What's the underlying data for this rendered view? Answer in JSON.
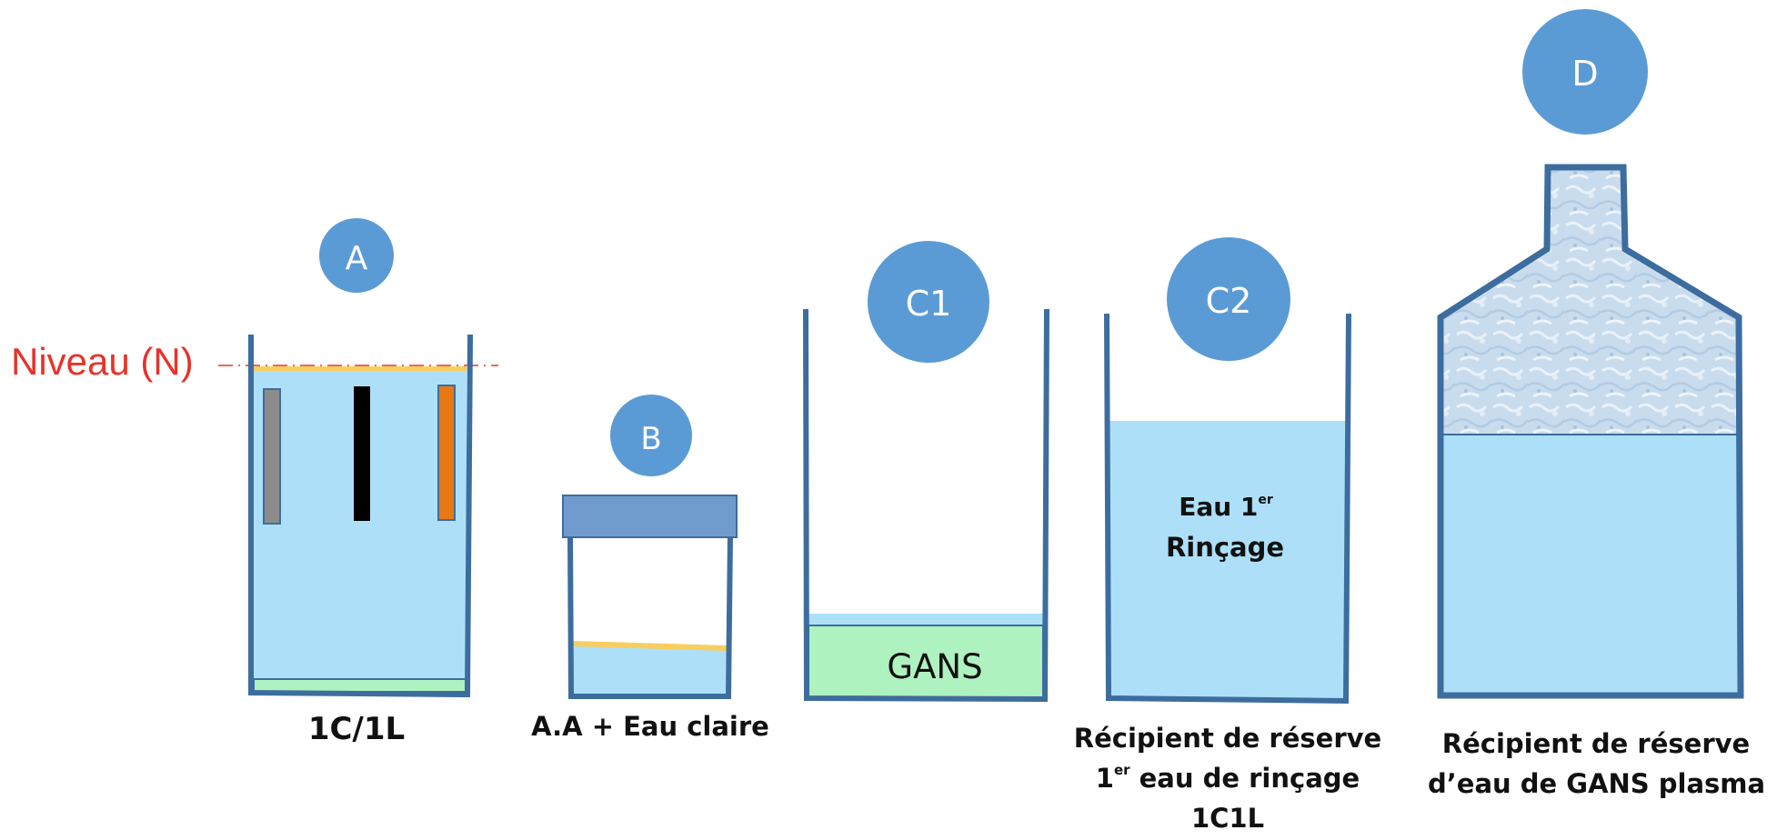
{
  "level_label": "Niveau (N)",
  "colors": {
    "water": "#ade0f8",
    "outline": "#3d6d9e",
    "circle": "#5b9bd5",
    "circle_text": "#ffffff",
    "level_line": "#e8332b",
    "sediment": "#aef2c0",
    "film": "#f7ce5f",
    "lid": "#6f9ccd",
    "electrode_grey": "#8c8c8c",
    "electrode_black": "#000000",
    "electrode_orange": "#e87812"
  },
  "containers": [
    {
      "id": "A",
      "caption": "1C/1L"
    },
    {
      "id": "B",
      "caption": "A.A +  Eau claire"
    },
    {
      "id": "C1",
      "layer_label": "GANS"
    },
    {
      "id": "C2",
      "inner": {
        "line1": "Eau 1",
        "sup": "er",
        "line2": "Rinçage"
      },
      "caption": {
        "line1": "Récipient de réserve",
        "line2_sup": "er",
        "line2": " eau de rinçage",
        "line2_prefix": "1",
        "line3": "1C1L"
      }
    },
    {
      "id": "D",
      "caption": {
        "line1": "Récipient de réserve",
        "line2": "d’eau de GANS plasma"
      }
    }
  ]
}
